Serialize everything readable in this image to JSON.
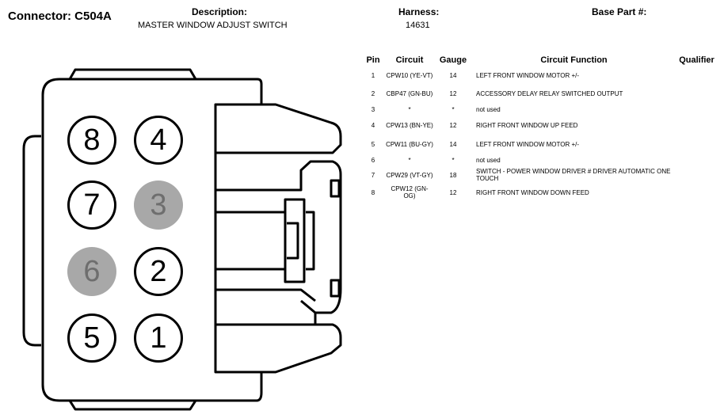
{
  "header": {
    "connector": "Connector: C504A",
    "description_label": "Description:",
    "description": "MASTER WINDOW ADJUST SWITCH",
    "harness_label": "Harness:",
    "harness": "14631",
    "base_part_label": "Base Part #:"
  },
  "table": {
    "headers": {
      "pin": "Pin",
      "circuit": "Circuit",
      "gauge": "Gauge",
      "function": "Circuit Function",
      "qualifier": "Qualifier"
    },
    "rows": [
      {
        "pin": "1",
        "circuit": "CPW10 (YE-VT)",
        "gauge": "14",
        "function": "LEFT FRONT WINDOW MOTOR +/-"
      },
      {
        "pin": "2",
        "circuit": "CBP47 (GN-BU)",
        "gauge": "12",
        "function": "ACCESSORY DELAY RELAY SWITCHED OUTPUT"
      },
      {
        "pin": "3",
        "circuit": "*",
        "gauge": "*",
        "function": "not used"
      },
      {
        "pin": "4",
        "circuit": "CPW13 (BN-YE)",
        "gauge": "12",
        "function": "RIGHT FRONT WINDOW UP FEED"
      },
      {
        "pin": "5",
        "circuit": "CPW11 (BU-GY)",
        "gauge": "14",
        "function": "LEFT FRONT WINDOW MOTOR +/-"
      },
      {
        "pin": "6",
        "circuit": "*",
        "gauge": "*",
        "function": "not used"
      },
      {
        "pin": "7",
        "circuit": "CPW29 (VT-GY)",
        "gauge": "18",
        "function": "SWITCH - POWER WINDOW DRIVER # DRIVER AUTOMATIC ONE TOUCH"
      },
      {
        "pin": "8",
        "circuit": "CPW12 (GN-OG)",
        "gauge": "12",
        "function": "RIGHT FRONT WINDOW DOWN FEED"
      }
    ]
  },
  "connector_diagram": {
    "pins": [
      {
        "label": "8",
        "used": true
      },
      {
        "label": "4",
        "used": true
      },
      {
        "label": "7",
        "used": true
      },
      {
        "label": "3",
        "used": false
      },
      {
        "label": "6",
        "used": false
      },
      {
        "label": "2",
        "used": true
      },
      {
        "label": "5",
        "used": true
      },
      {
        "label": "1",
        "used": true
      }
    ],
    "colors": {
      "unused_fill": "#a8a8a8",
      "unused_text": "#6e6e6e",
      "line": "#000000"
    }
  }
}
